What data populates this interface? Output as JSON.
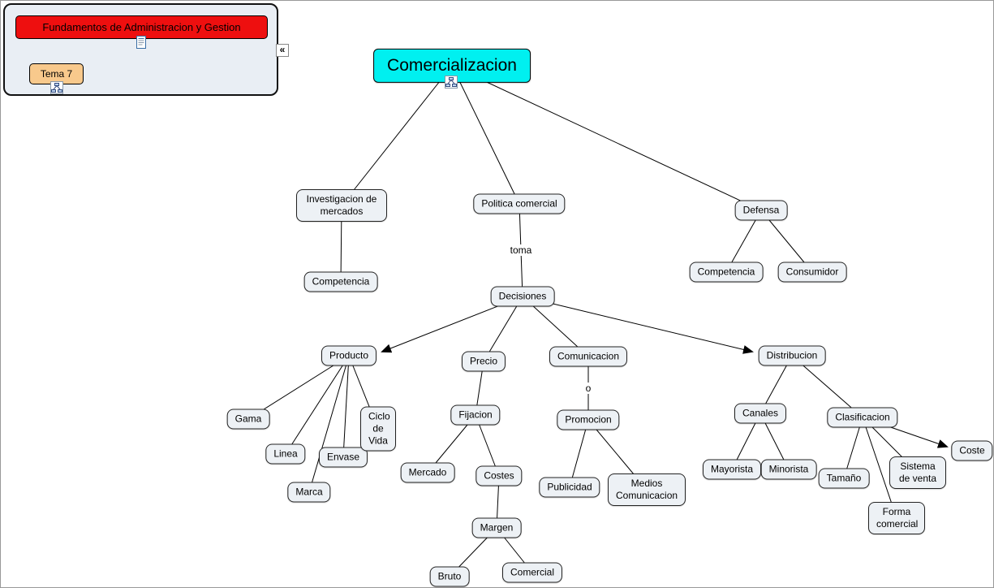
{
  "panel": {
    "title": "Fundamentos de Administracion y Gestion",
    "tema_label": "Tema 7",
    "collapse_glyph": "«",
    "icons": [
      "document-icon",
      "concept-map-icon",
      "collapse-panel-icon"
    ]
  },
  "map": {
    "root": "Comercializacion",
    "root_icon": "concept-map-icon",
    "nodes": {
      "investigacion": "Investigacion de mercados",
      "politica": "Politica comercial",
      "defensa": "Defensa",
      "competencia_inv": "Competencia",
      "competencia_def": "Competencia",
      "consumidor": "Consumidor",
      "decisiones": "Decisiones",
      "producto": "Producto",
      "precio": "Precio",
      "comunicacion": "Comunicacion",
      "distribucion": "Distribucion",
      "gama": "Gama",
      "linea": "Linea",
      "marca": "Marca",
      "envase": "Envase",
      "ciclo": "Ciclo de Vida",
      "fijacion": "Fijacion",
      "mercado": "Mercado",
      "costes": "Costes",
      "margen": "Margen",
      "bruto": "Bruto",
      "comercial": "Comercial",
      "promocion": "Promocion",
      "publicidad": "Publicidad",
      "medios": "Medios Comunicacion",
      "canales": "Canales",
      "clasificacion": "Clasificacion",
      "mayorista": "Mayorista",
      "minorista": "Minorista",
      "tamano": "Tamaño",
      "sistema": "Sistema de venta",
      "forma": "Forma comercial",
      "coste": "Coste"
    },
    "edge_labels": {
      "toma": "toma",
      "o": "o"
    }
  },
  "colors": {
    "root_bg": "#00f0f0",
    "node_bg": "#edf1f5",
    "title_bg": "#ee0f0f",
    "tema_bg": "#f8c98c"
  }
}
